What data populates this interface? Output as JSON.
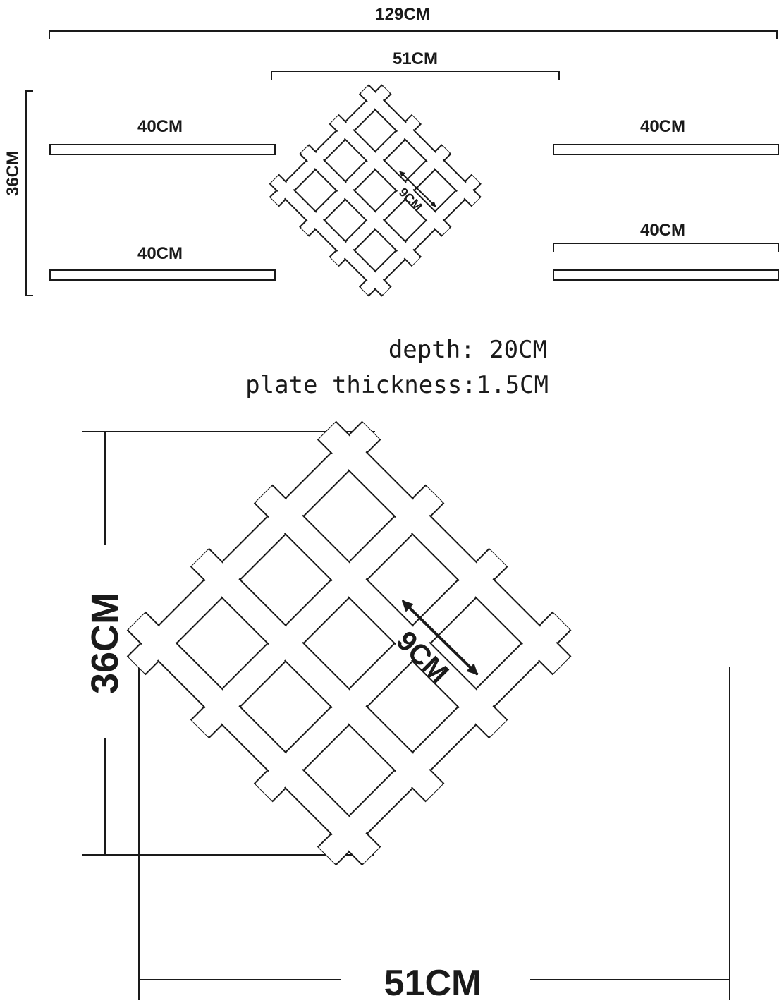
{
  "top_view": {
    "overall_width_label": "129CM",
    "lattice_width_label": "51CM",
    "height_label": "36CM",
    "shelf_top_left_label": "40CM",
    "shelf_bottom_left_label": "40CM",
    "shelf_top_right_label": "40CM",
    "shelf_bottom_right_label": "40CM",
    "cell_label": "9CM"
  },
  "notes": {
    "depth": "depth: 20CM",
    "thickness": "plate thickness:1.5CM"
  },
  "detail_view": {
    "height_label": "36CM",
    "width_label": "51CM",
    "cell_label": "9CM"
  },
  "colors": {
    "line": "#1a1a1a",
    "background": "#ffffff"
  }
}
